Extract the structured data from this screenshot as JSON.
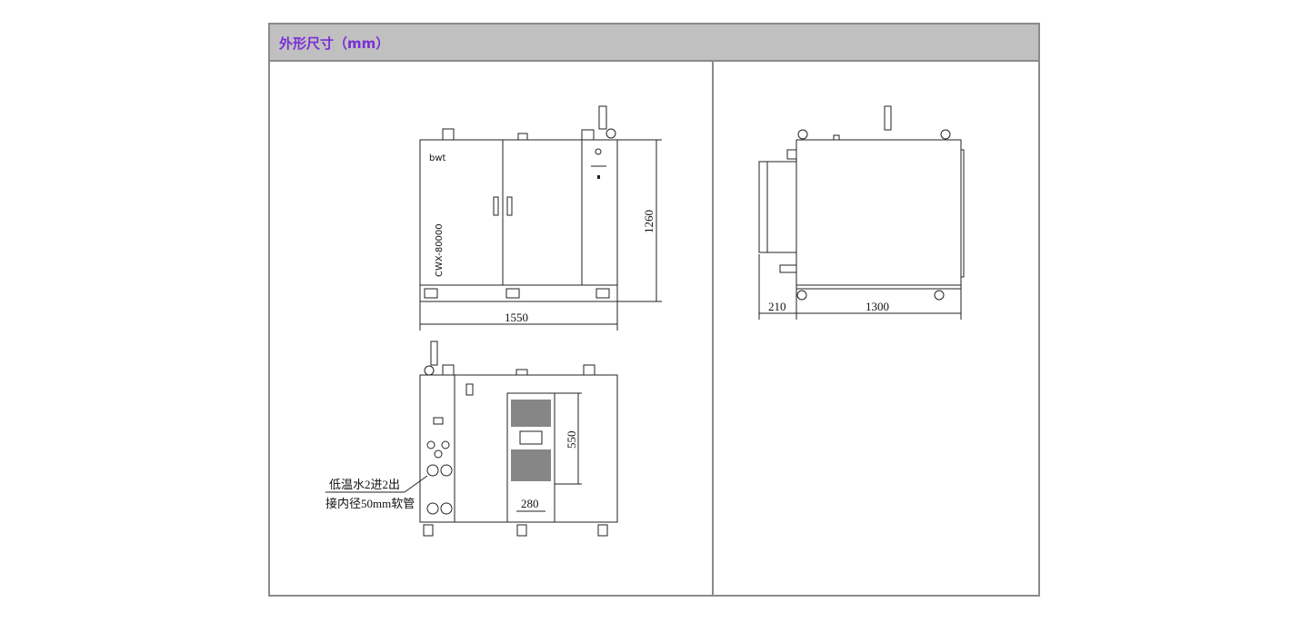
{
  "header": {
    "title": "外形尺寸（mm）"
  },
  "front_view": {
    "brand": "bwt",
    "model": "CWX-80000",
    "width_dim": "1550",
    "height_dim": "1260"
  },
  "side_view": {
    "depth_dim_left": "210",
    "depth_dim_main": "1300"
  },
  "rear_view": {
    "vent_height_dim": "550",
    "vent_width_dim": "280",
    "annotation_line1": "低温水2进2出",
    "annotation_line2": "接内径50mm软管"
  }
}
